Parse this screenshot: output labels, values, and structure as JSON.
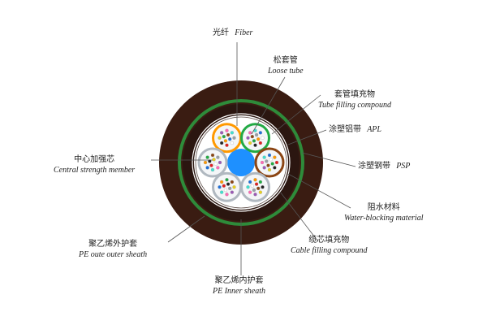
{
  "labels": {
    "fiber": {
      "zh": "光纤",
      "en": "Fiber"
    },
    "loose_tube": {
      "zh": "松套管",
      "en": "Loose tube"
    },
    "tube_filling": {
      "zh": "套管填充物",
      "en": "Tube filling  compound"
    },
    "apl": {
      "zh": "涂塑铝带",
      "en": "APL"
    },
    "psp": {
      "zh": "涂塑钢带",
      "en": "PSP"
    },
    "water_blocking": {
      "zh": "阻水材料",
      "en": "Water-blocking material"
    },
    "cable_filling": {
      "zh": "缆芯填充物",
      "en": "Cable filling compound"
    },
    "inner_sheath": {
      "zh": "聚乙烯内护套",
      "en": "PE Inner sheath"
    },
    "outer_sheath": {
      "zh": "聚乙烯外护套",
      "en": "PE oute outer sheath"
    },
    "strength_member": {
      "zh": "中心加强芯",
      "en": "Central strength member"
    }
  },
  "colors": {
    "outer_sheath": "#3a1c12",
    "steel_band": "#2e8b3a",
    "inner_sheath": "#2b1610",
    "core_fill": "#ffffff",
    "strength_member": "#1e90ff",
    "tube_colors": [
      "#ff9900",
      "#22aa44",
      "#8b4513",
      "#b0b8c0",
      "#b0b8c0",
      "#b0b8c0"
    ],
    "leader": "#555555"
  }
}
